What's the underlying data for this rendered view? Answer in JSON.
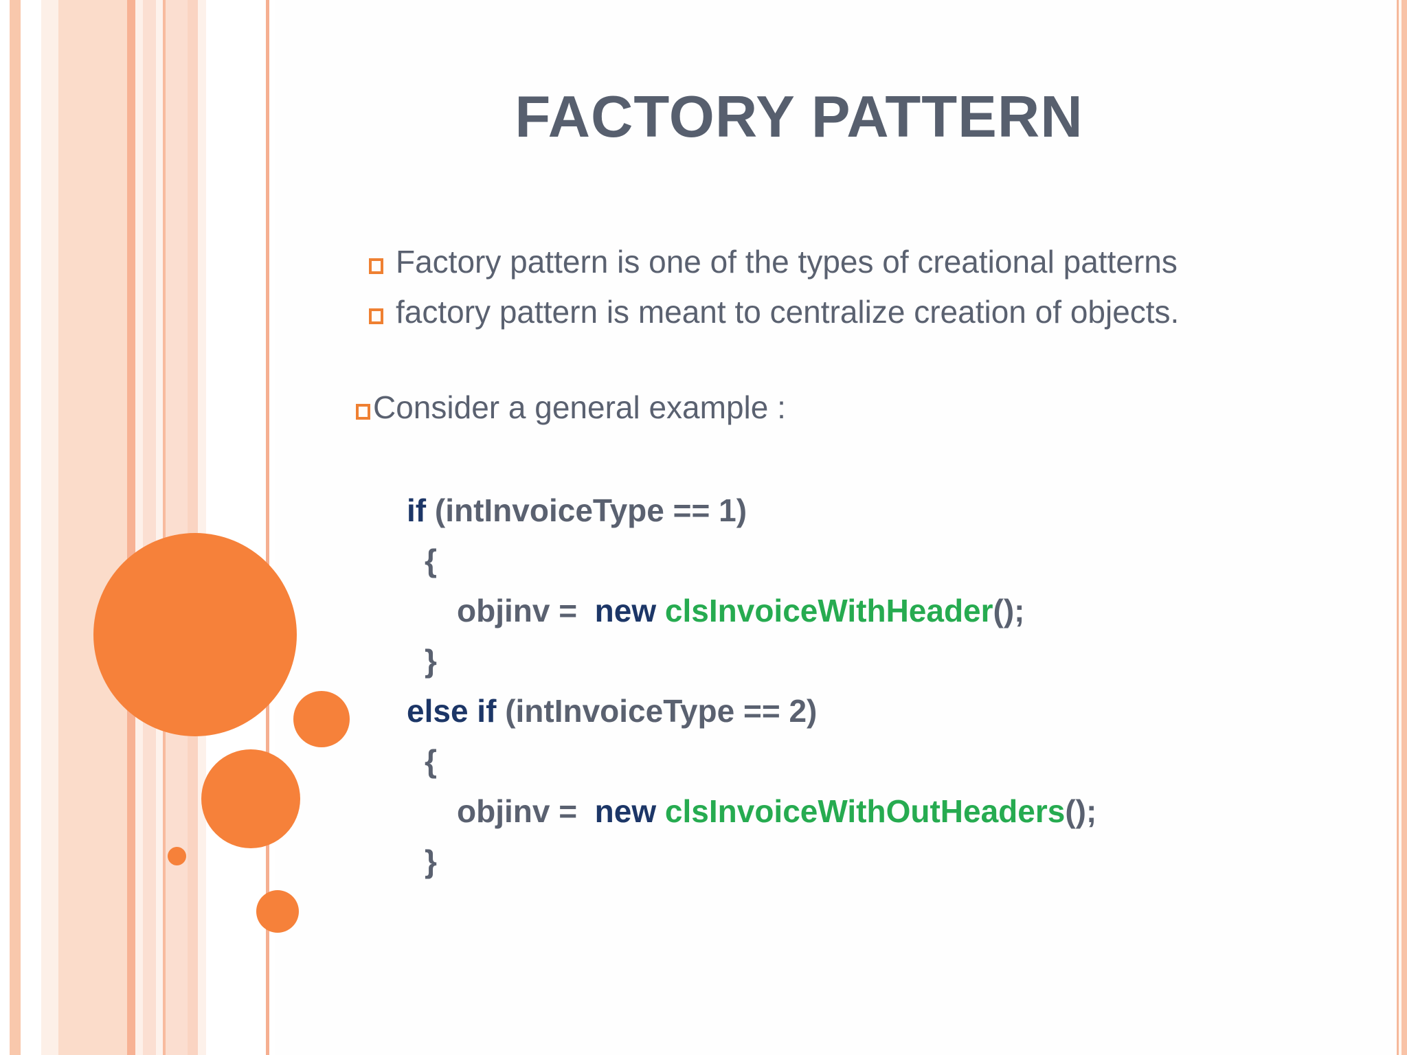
{
  "slide": {
    "title": "FACTORY PATTERN",
    "bullets": [
      "Factory pattern is one of the types of creational patterns",
      "factory pattern is meant to centralize creation of objects."
    ],
    "intro": "Consider a general example :",
    "code": {
      "lines": [
        {
          "indent": 0,
          "tokens": [
            {
              "t": "if",
              "c": "kw"
            },
            {
              "t": " (intInvoiceType == 1)",
              "c": "plain"
            }
          ]
        },
        {
          "indent": 1,
          "tokens": [
            {
              "t": "{",
              "c": "plain"
            }
          ]
        },
        {
          "indent": 2,
          "tokens": [
            {
              "t": "objinv =  ",
              "c": "plain"
            },
            {
              "t": "new",
              "c": "kw"
            },
            {
              "t": " ",
              "c": "plain"
            },
            {
              "t": "clsInvoiceWithHeader",
              "c": "cls"
            },
            {
              "t": "();",
              "c": "plain"
            }
          ]
        },
        {
          "indent": 1,
          "tokens": [
            {
              "t": "}",
              "c": "plain"
            }
          ]
        },
        {
          "indent": 0,
          "tokens": [
            {
              "t": "else if",
              "c": "kw"
            },
            {
              "t": " (intInvoiceType == 2)",
              "c": "plain"
            }
          ]
        },
        {
          "indent": 1,
          "tokens": [
            {
              "t": "{",
              "c": "plain"
            }
          ]
        },
        {
          "indent": 2,
          "tokens": [
            {
              "t": "objinv =  ",
              "c": "plain"
            },
            {
              "t": "new",
              "c": "kw"
            },
            {
              "t": " ",
              "c": "plain"
            },
            {
              "t": "clsInvoiceWithOutHeaders",
              "c": "cls"
            },
            {
              "t": "();",
              "c": "plain"
            }
          ]
        },
        {
          "indent": 1,
          "tokens": [
            {
              "t": "}",
              "c": "plain"
            }
          ]
        }
      ]
    },
    "colors": {
      "accent_orange": "#f6813a",
      "bullet_orange": "#ef8032",
      "text_gray": "#5a6170",
      "title_gray": "#575f6e",
      "keyword_navy": "#1c3667",
      "classname_green": "#26ab50",
      "stripe_salmon": "#f7b294",
      "stripe_peach": "#fbdcca"
    }
  }
}
